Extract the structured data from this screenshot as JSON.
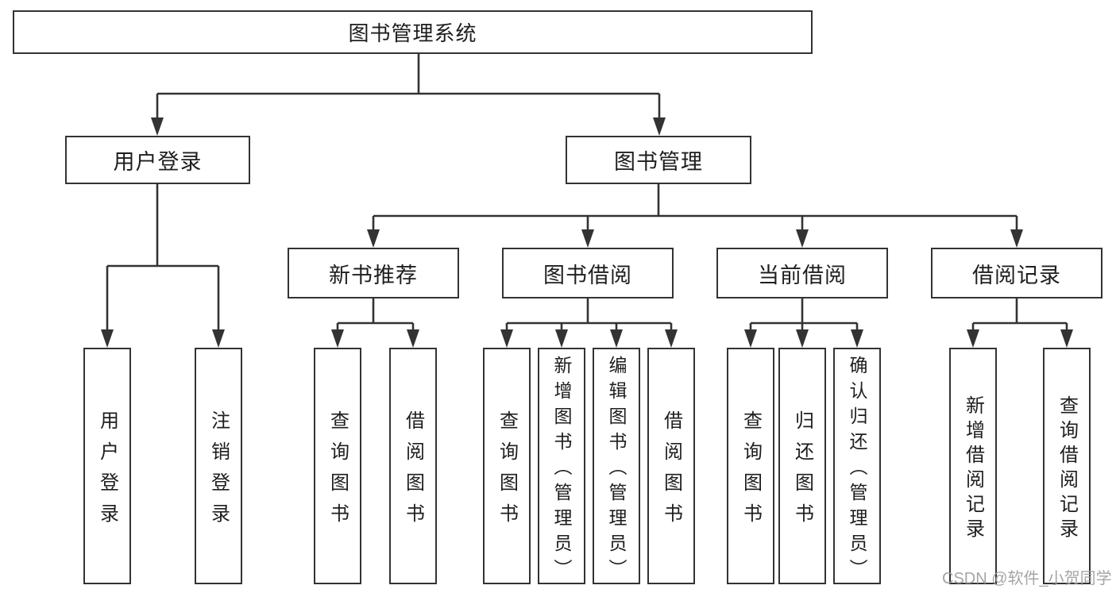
{
  "diagram": {
    "title": "图书管理系统",
    "branches": [
      {
        "label": "用户登录",
        "children": [
          {
            "label": "用户登录"
          },
          {
            "label": "注销登录"
          }
        ]
      },
      {
        "label": "图书管理",
        "children": [
          {
            "label": "新书推荐",
            "children": [
              {
                "label": "查询图书"
              },
              {
                "label": "借阅图书"
              }
            ]
          },
          {
            "label": "图书借阅",
            "children": [
              {
                "label": "查询图书"
              },
              {
                "label": "新增图书（管理员）"
              },
              {
                "label": "编辑图书（管理员）"
              },
              {
                "label": "借阅图书"
              }
            ]
          },
          {
            "label": "当前借阅",
            "children": [
              {
                "label": "查询图书"
              },
              {
                "label": "归还图书"
              },
              {
                "label": "确认归还（管理员）"
              }
            ]
          },
          {
            "label": "借阅记录",
            "children": [
              {
                "label": "新增借阅记录"
              },
              {
                "label": "查询借阅记录"
              }
            ]
          }
        ]
      }
    ]
  },
  "watermark": "CSDN @软件_小贺同学",
  "colors": {
    "line": "#333333",
    "text": "#1e1e1e",
    "background": "#ffffff",
    "watermark": "#9e9e9e"
  }
}
